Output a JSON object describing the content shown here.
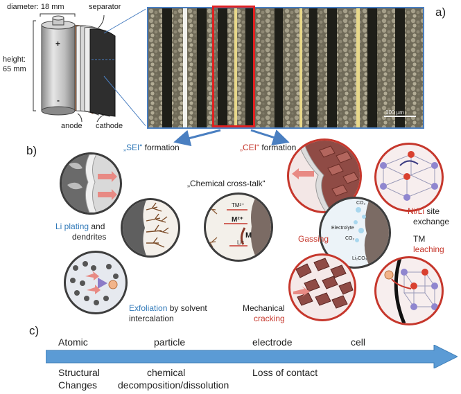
{
  "panel_a": {
    "label": "a)",
    "cell": {
      "diameter": "diameter: 18 mm",
      "separator": "separator",
      "height_line1": "height:",
      "height_line2": "65 mm",
      "anode": "anode",
      "cathode": "cathode",
      "plus": "+",
      "minus": "-"
    },
    "scale_bar": "100 µm"
  },
  "panel_b": {
    "label": "b)",
    "sei_highlight": "„SEI“",
    "sei_rest": " formation",
    "cei_highlight": "„CEI“",
    "cei_rest": " formation",
    "cross_talk": "„Chemical cross-talk“",
    "crosstalk_symbols": {
      "tm": "TM²⁺",
      "m_ion": "M²⁺",
      "m": "M",
      "li": "Li⁺"
    },
    "li_plating_highlight": "Li plating",
    "li_plating_rest": " and",
    "dendrites": "dendrites",
    "exfoliation_highlight": "Exfoliation",
    "exfoliation_rest": " by solvent",
    "intercalation": "intercalation",
    "mechanical": "Mechanical",
    "cracking": "cracking",
    "gassing": "Gassing",
    "gassing_labels": {
      "co2_top": "CO₂",
      "electrolyte": "Electrolyte",
      "co2_mid": "CO₂",
      "li2co3": "Li₂CO₃"
    },
    "nili_highlight": "Ni/Li",
    "nili_rest": " site",
    "exchange": "exchange",
    "tm": "TM",
    "leaching": "leaching"
  },
  "panel_c": {
    "label": "c)",
    "scales": [
      "Atomic",
      "particle",
      "electrode",
      "cell"
    ],
    "effects": [
      {
        "line1": "Structural",
        "line2": "Changes"
      },
      {
        "line1": "chemical",
        "line2": "decomposition/dissolution"
      },
      {
        "line1": "Loss of contact",
        "line2": ""
      }
    ]
  },
  "colors": {
    "blue_accent": "#2f78b8",
    "red_accent": "#c6372c",
    "timeline_arrow": "#5b9bd5",
    "frame_blue": "#4a7fc1"
  }
}
